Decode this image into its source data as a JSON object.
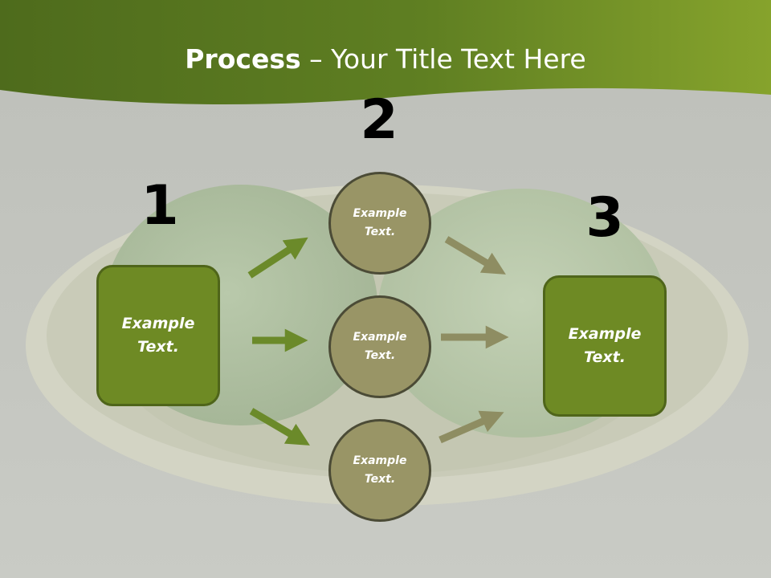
{
  "title": {
    "bold": "Process",
    "rest": " – Your Title Text Here"
  },
  "steps": {
    "one": "1",
    "two": "2",
    "three": "3"
  },
  "start_box": {
    "text": "Example Text."
  },
  "middle_circles": [
    {
      "text": "Example Text."
    },
    {
      "text": "Example Text."
    },
    {
      "text": "Example Text."
    }
  ],
  "end_box": {
    "text": "Example Text."
  },
  "colors": {
    "header_green": "#6a8a24",
    "box_green": "#6e8a24",
    "circle_olive": "#999566",
    "arrow_green": "#6b8a2a",
    "arrow_olive": "#8e8d62"
  }
}
